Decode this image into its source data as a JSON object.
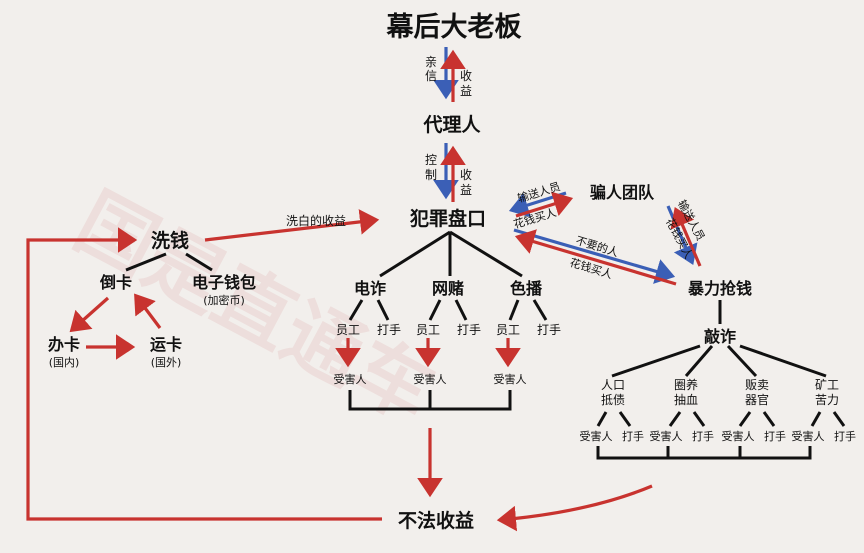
{
  "watermark": "国是直通车",
  "nodes": {
    "boss": "幕后大老板",
    "agent": "代理人",
    "fraud_den": "犯罪盘口",
    "scam_team": "骗人团队",
    "violent": "暴力抢钱",
    "extort": "敲诈",
    "telecom": "电诈",
    "gambling": "网赌",
    "porn_stream": "色播",
    "laundering": "洗钱",
    "card_flip": "倒卡",
    "e_wallet": "电子钱包",
    "e_wallet_note": "(加密币)",
    "open_card": "办卡",
    "open_card_note": "(国内)",
    "ship_card": "运卡",
    "ship_card_note": "(国外)",
    "illegal_income": "不法收益"
  },
  "edge_labels": {
    "boss_trust_1": "亲",
    "boss_trust_2": "信",
    "boss_income_1": "收",
    "boss_income_2": "益",
    "agent_control_1": "控",
    "agent_control_2": "制",
    "agent_income_1": "收",
    "agent_income_2": "益",
    "launder_label": "洗白的收益",
    "transport_people": "输送人员",
    "buy_people": "花钱买人",
    "unwanted": "不要的人",
    "buy_people_2": "花钱买人",
    "transport_people_2": "输送人员",
    "buy_people_3": "花钱买人"
  },
  "sub": {
    "staff": "员工",
    "thug": "打手",
    "victim": "受害人"
  },
  "extort_branches": [
    {
      "line1": "人口",
      "line2": "抵债"
    },
    {
      "line1": "圈养",
      "line2": "抽血"
    },
    {
      "line1": "贩卖",
      "line2": "器官"
    },
    {
      "line1": "矿工",
      "line2": "苦力"
    }
  ]
}
